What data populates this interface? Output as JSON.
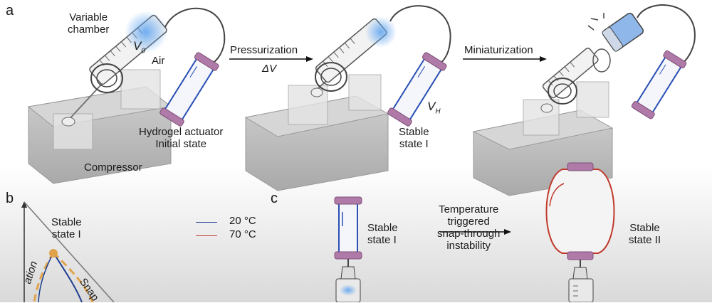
{
  "panel_a": {
    "label": "a",
    "variable_chamber": "Variable\nchamber",
    "v0_symbol": "V",
    "v0_subscript": "0",
    "air": "Air",
    "pressurization": "Pressurization",
    "delta_v": "ΔV",
    "miniaturization": "Miniaturization",
    "hydrogel_actuator": "Hydrogel actuator\nInitial state",
    "compressor": "Compressor",
    "vh_symbol": "V",
    "vh_subscript": "H",
    "stable_state_1": "Stable\nstate I"
  },
  "panel_b": {
    "label": "b",
    "stable_state_1": "Stable\nstate I",
    "curve_label_left": "ation",
    "curve_label_right": "Snap"
  },
  "legend": {
    "entries": [
      {
        "label": "20 °C",
        "color": "#1f3f8f"
      },
      {
        "label": "70 °C",
        "color": "#c0392b"
      }
    ]
  },
  "panel_c": {
    "label": "c",
    "stable_state_1": "Stable\nstate I",
    "transition": "Temperature\ntriggered\nsnap-through\ninstability",
    "stable_state_2": "Stable\nstate II"
  },
  "colors": {
    "hydrogel_blue": "#2a4fb5",
    "hydrogel_red": "#c0392b",
    "clamp_purple": "#b07aa8",
    "air_glow": "#7fb3f0",
    "base_gray": "#b8b8b8"
  }
}
